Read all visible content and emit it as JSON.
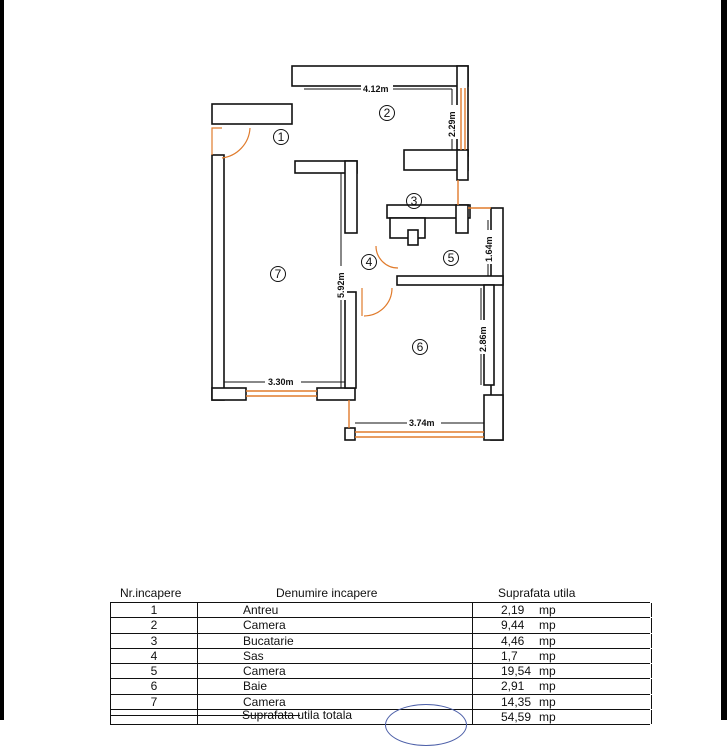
{
  "plan": {
    "rooms": [
      "1",
      "2",
      "3",
      "4",
      "5",
      "6",
      "7"
    ],
    "dimensions": {
      "room2_width": "4.12m",
      "room2_depth": "2.29m",
      "room5_depth": "1.64m",
      "room7_length": "5.92m",
      "room7_width": "3.30m",
      "room6_depth": "2.86m",
      "room6_width": "3.74m"
    }
  },
  "table": {
    "headers": [
      "Nr.incapere",
      "Denumire incapere",
      "Suprafata utila"
    ],
    "rows": [
      {
        "nr": "1",
        "name": "Antreu",
        "area": "2,19",
        "unit": "mp"
      },
      {
        "nr": "2",
        "name": "Camera",
        "area": "9,44",
        "unit": "mp"
      },
      {
        "nr": "3",
        "name": "Bucatarie",
        "area": "4,46",
        "unit": "mp"
      },
      {
        "nr": "4",
        "name": "Sas",
        "area": "1,7",
        "unit": "mp"
      },
      {
        "nr": "5",
        "name": "Camera",
        "area": "19,54",
        "unit": "mp"
      },
      {
        "nr": "6",
        "name": "Baie",
        "area": "2,91",
        "unit": "mp"
      },
      {
        "nr": "7",
        "name": "Camera",
        "area": "14,35",
        "unit": "mp"
      }
    ],
    "total": {
      "label": "Suprafata utila totala",
      "area": "54,59",
      "unit": "mp"
    }
  },
  "colors": {
    "window": "#e07b2c",
    "stamp": "#4c5fa8"
  }
}
